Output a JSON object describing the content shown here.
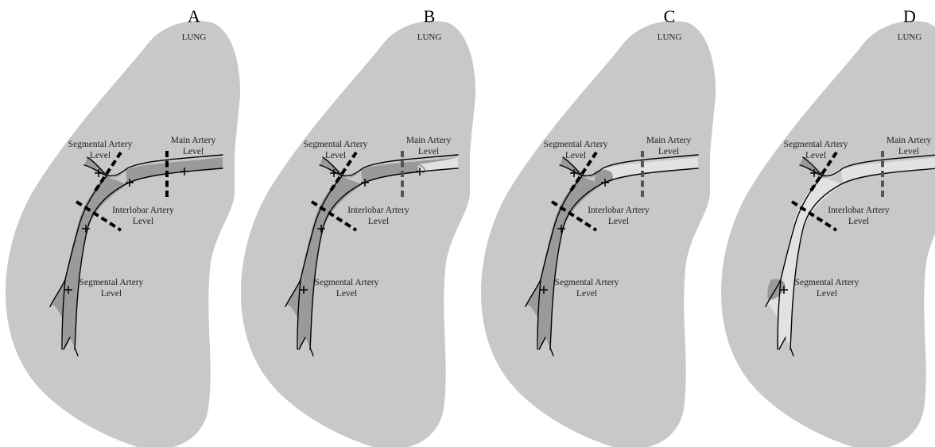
{
  "panels": [
    {
      "letter": "A",
      "lung_label": "LUNG",
      "labels": {
        "segmental_upper": [
          "Segmental Artery",
          "Level"
        ],
        "main": [
          "Main Artery",
          "Level"
        ],
        "interlobar": [
          "Interlobar Artery",
          "Level"
        ],
        "segmental_lower": [
          "Segmental Artery",
          "Level"
        ]
      },
      "clot_extent": "main"
    },
    {
      "letter": "B",
      "lung_label": "LUNG",
      "labels": {
        "segmental_upper": [
          "Segmental Artery",
          "Level"
        ],
        "main": [
          "Main Artery",
          "Level"
        ],
        "interlobar": [
          "Interlobar Artery",
          "Level"
        ],
        "segmental_lower": [
          "Segmental Artery",
          "Level"
        ]
      },
      "clot_extent": "main-partial"
    },
    {
      "letter": "C",
      "lung_label": "LUNG",
      "labels": {
        "segmental_upper": [
          "Segmental Artery",
          "Level"
        ],
        "main": [
          "Main Artery",
          "Level"
        ],
        "interlobar": [
          "Interlobar Artery",
          "Level"
        ],
        "segmental_lower": [
          "Segmental Artery",
          "Level"
        ]
      },
      "clot_extent": "interlobar"
    },
    {
      "letter": "D",
      "lung_label": "LUNG",
      "labels": {
        "segmental_upper": [
          "Segmental Artery",
          "Level"
        ],
        "main": [
          "Main Artery",
          "Level"
        ],
        "interlobar": [
          "Interlobar Artery",
          "Level"
        ],
        "segmental_lower": [
          "Segmental Artery",
          "Level"
        ]
      },
      "clot_extent": "segmental"
    }
  ],
  "colors": {
    "lung": "#c8c8c8",
    "clot": "#9a9a9a",
    "vessel_clear": "#e2e2e2",
    "outline": "#000000"
  }
}
